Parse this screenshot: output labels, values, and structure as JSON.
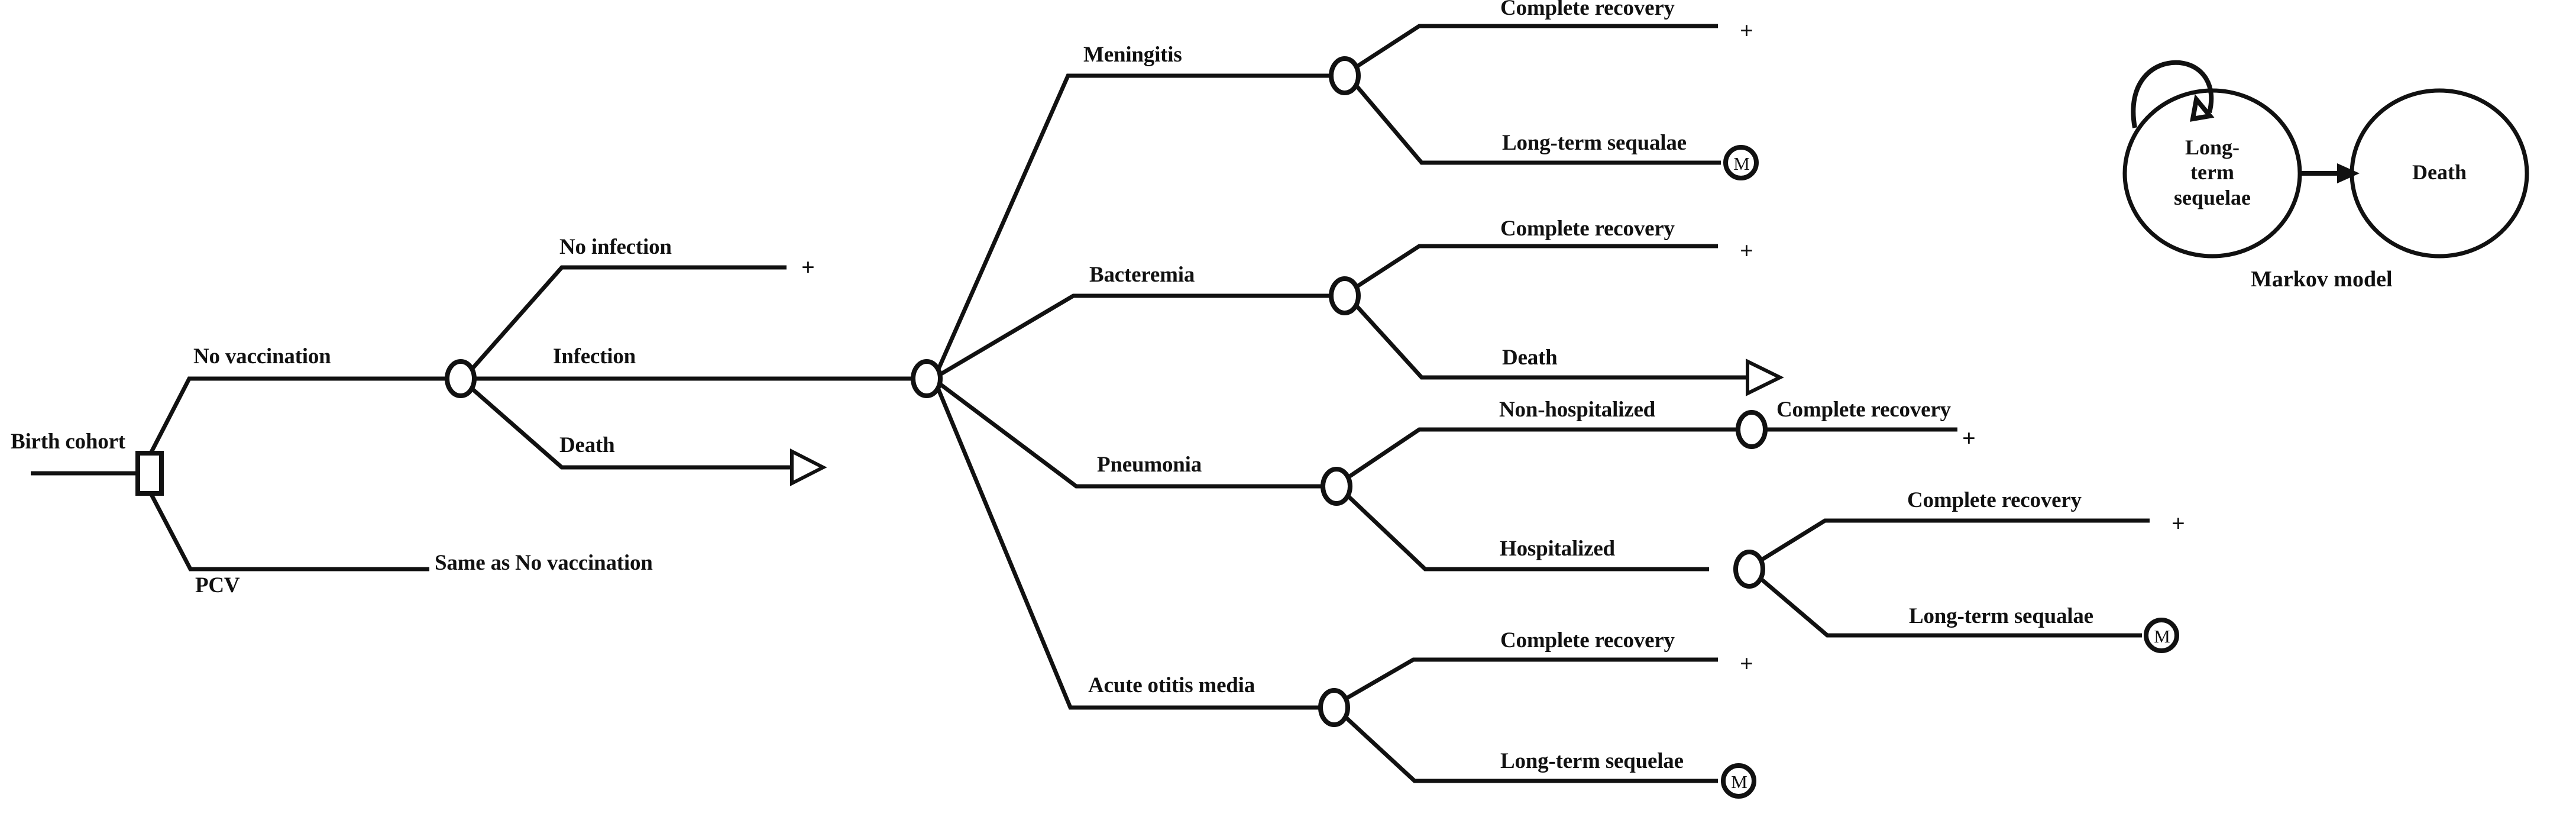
{
  "diagram": {
    "type": "decision-tree",
    "root_label": "Birth cohort",
    "strategies": [
      {
        "label": "No vaccination"
      },
      {
        "label": "PCV",
        "terminal_text": "Same as No vaccination"
      }
    ],
    "infection_node_branches": [
      {
        "label": "No infection",
        "terminal": "plus"
      },
      {
        "label": "Infection",
        "terminal": "chance-node"
      },
      {
        "label": "Death",
        "terminal": "triangle"
      }
    ],
    "disease_branches": [
      {
        "label": "Meningitis",
        "outcomes": [
          {
            "label": "Complete recovery",
            "terminal": "plus"
          },
          {
            "label": "Long-term sequalae",
            "terminal": "markov"
          }
        ]
      },
      {
        "label": "Bacteremia",
        "outcomes": [
          {
            "label": "Complete recovery",
            "terminal": "plus"
          },
          {
            "label": "Death",
            "terminal": "triangle"
          }
        ]
      },
      {
        "label": "Pneumonia",
        "outcomes": [
          {
            "label": "Non-hospitalized",
            "terminal": "chance-node",
            "sub_outcomes": [
              {
                "label": "Complete recovery",
                "terminal": "plus"
              }
            ]
          },
          {
            "label": "Hospitalized",
            "terminal": "chance-node",
            "sub_outcomes": [
              {
                "label": "Complete recovery",
                "terminal": "plus"
              },
              {
                "label": "Long-term sequalae",
                "terminal": "markov"
              }
            ]
          }
        ]
      },
      {
        "label": "Acute otitis media",
        "outcomes": [
          {
            "label": "Complete recovery",
            "terminal": "plus"
          },
          {
            "label": "Long-term sequelae",
            "terminal": "markov"
          }
        ]
      }
    ],
    "terminal_markers": {
      "plus": "+",
      "markov": "M",
      "triangle": "◁"
    }
  },
  "markov": {
    "caption": "Markov model",
    "states": [
      {
        "label": "Long-\nterm\nsequelae",
        "self_loop": true
      },
      {
        "label": "Death",
        "self_loop": false
      }
    ]
  },
  "colors": {
    "ink": "#111111",
    "background": "#ffffff"
  }
}
